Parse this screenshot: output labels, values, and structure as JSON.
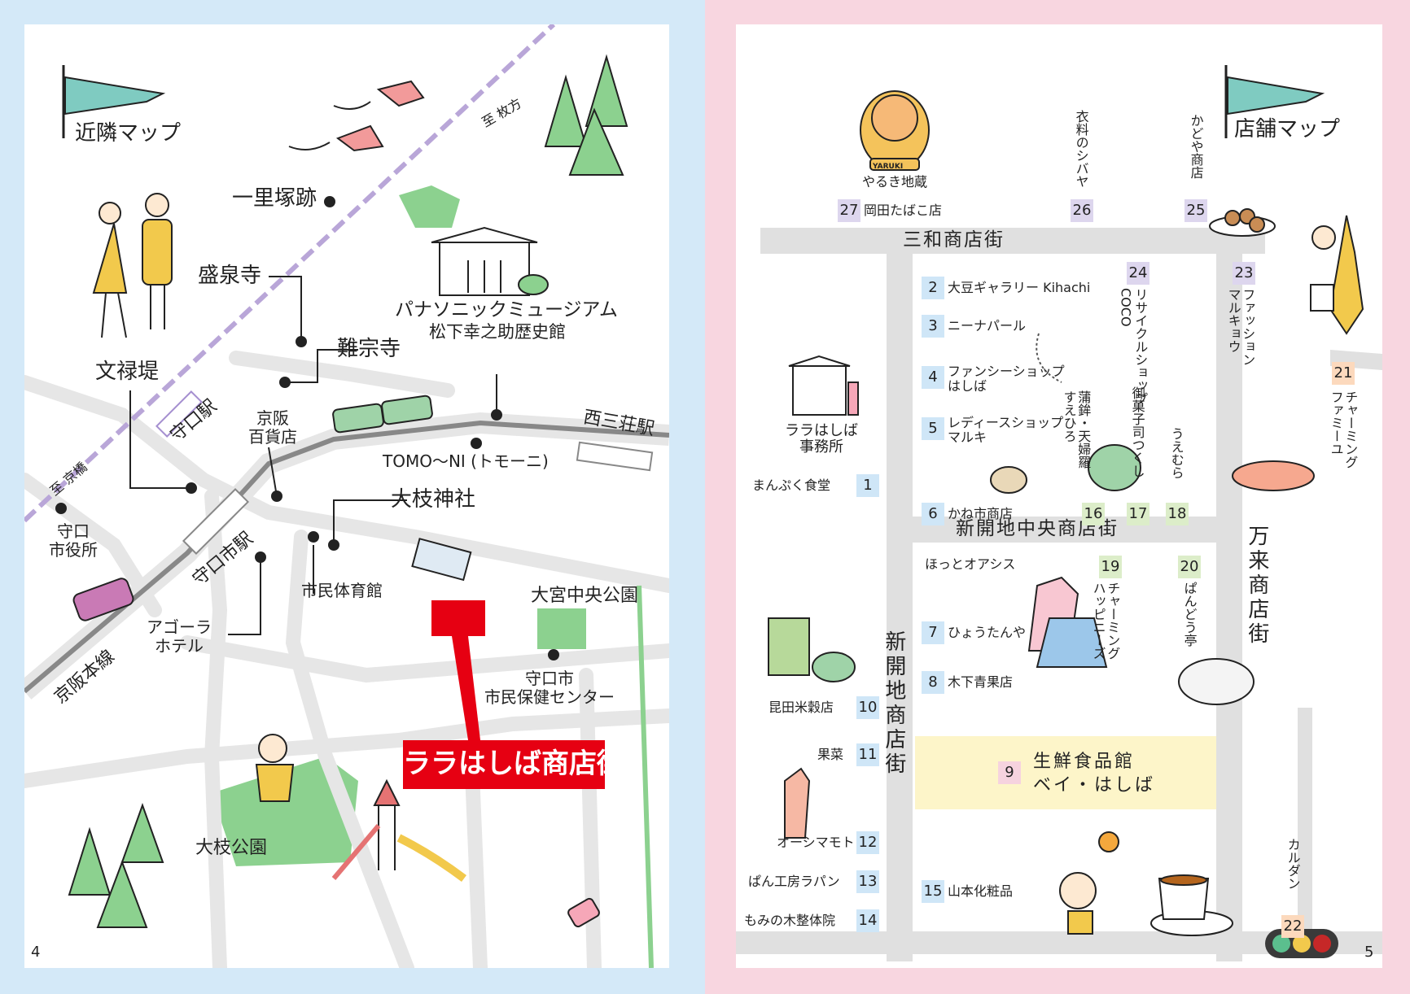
{
  "left_page": {
    "title": "近隣マップ",
    "page_number": "4",
    "directions": {
      "hirakata": "至 枚方",
      "kyobashi": "至 京橋"
    },
    "landmarks": {
      "ichirizuka": "一里塚跡",
      "seisenji": "盛泉寺",
      "nansoji": "難宗寺",
      "bunrokutsutsumi": "文禄堤",
      "panasonic_museum": "パナソニックミュージアム",
      "konosuke_museum": "松下幸之助歴史館",
      "keihan_dept": "京阪\n百貨店",
      "tomoni": "TOMO〜NI (トモーニ)",
      "oeda_shrine": "大枝神社",
      "city_gym": "市民体育館",
      "agora_hotel": "アゴーラ\nホテル",
      "city_hall": "守口\n市役所",
      "omiya_park": "大宮中央公園",
      "health_center": "守口市\n市民保健センター",
      "oeda_park": "大枝公園",
      "rara_hashiba": "ララはしば商店街"
    },
    "stations": {
      "moriguchi": "守口駅",
      "moriguchishi": "守口市駅",
      "nishisanso": "西三荘駅"
    },
    "line_name": "京阪本線",
    "colors": {
      "accent_red": "#e60012",
      "park_green": "#8cd18f"
    }
  },
  "right_page": {
    "title": "店舗マップ",
    "page_number": "5",
    "mascot_caption": "やるき地蔵",
    "mascot_badge": "YARUKI",
    "streets": {
      "sanwa": "三和商店街",
      "shinkaichi_chuo": "新開地中央商店街",
      "shinkaichi": "新開地商店街",
      "yorozu": "万来商店街"
    },
    "office": "ララはしば\n事務所",
    "oasis": "ほっとオアシス",
    "stores": [
      {
        "no": "1",
        "name": "まんぷく食堂"
      },
      {
        "no": "2",
        "name": "大豆ギャラリー Kihachi"
      },
      {
        "no": "3",
        "name": "ニーナパール"
      },
      {
        "no": "4",
        "name": "ファンシーショップ\nはしば"
      },
      {
        "no": "5",
        "name": "レディースショップ\nマルキ"
      },
      {
        "no": "6",
        "name": "かね市商店"
      },
      {
        "no": "7",
        "name": "ひょうたんや"
      },
      {
        "no": "8",
        "name": "木下青果店"
      },
      {
        "no": "9",
        "name": "生鮮食品館\nベイ・はしば"
      },
      {
        "no": "10",
        "name": "昆田米穀店"
      },
      {
        "no": "11",
        "name": "果菜"
      },
      {
        "no": "12",
        "name": "オーシマモト"
      },
      {
        "no": "13",
        "name": "ぱん工房ラパン"
      },
      {
        "no": "14",
        "name": "もみの木整体院"
      },
      {
        "no": "15",
        "name": "山本化粧品"
      },
      {
        "no": "16",
        "name": "蒲鉾・天婦羅\nすえひろ"
      },
      {
        "no": "17",
        "name": "御菓子司つくし"
      },
      {
        "no": "18",
        "name": "うえむら"
      },
      {
        "no": "19",
        "name": "チャーミング\nハッピニーズ"
      },
      {
        "no": "20",
        "name": "ぱんどう亭"
      },
      {
        "no": "21",
        "name": "チャーミング\nファミーユ"
      },
      {
        "no": "22",
        "name": "カルダン"
      },
      {
        "no": "23",
        "name": "ファッション\nマルキョウ"
      },
      {
        "no": "24",
        "name": "リサイクルショップ\nCOCO"
      },
      {
        "no": "25",
        "name": "かどや商店"
      },
      {
        "no": "26",
        "name": "衣料のシバヤ"
      },
      {
        "no": "27",
        "name": "岡田たばこ店"
      }
    ]
  }
}
